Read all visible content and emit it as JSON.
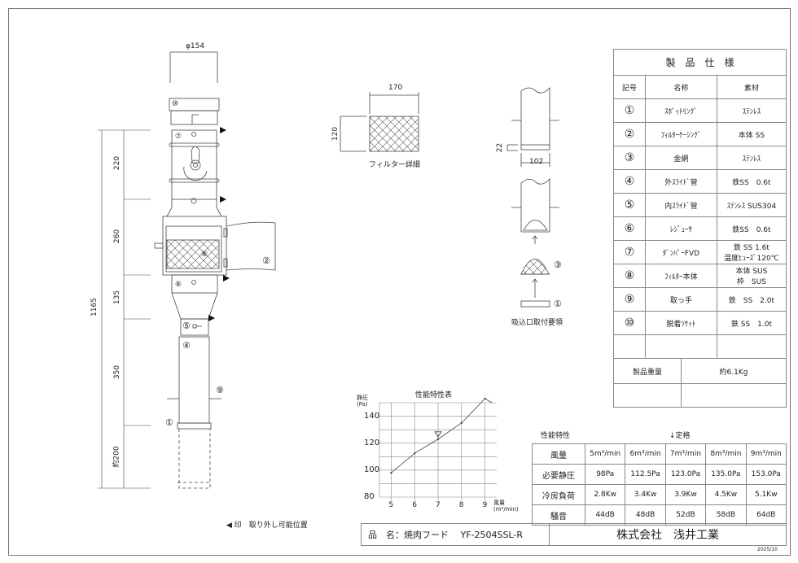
{
  "drawing": {
    "diameter_label": "φ154",
    "dims": {
      "d220": "220",
      "d260": "260",
      "d135": "135",
      "d350": "350",
      "d200": "約200",
      "total": "1165"
    },
    "callouts": {
      "c1": "①",
      "c2": "②",
      "c4": "④",
      "c5": "⑤",
      "c6": "⑥",
      "c7": "⑦",
      "c8": "⑧",
      "c9": "⑨",
      "c10": "⑩"
    },
    "legend": "◀ 印　取り外し可能位置"
  },
  "filter_detail": {
    "width": "170",
    "height": "120",
    "caption": "フィルター詳細"
  },
  "inlet_detail": {
    "dim22": "22",
    "dim102": "102",
    "c3": "③",
    "c1": "①",
    "caption": "吸込口取付要領"
  },
  "spec": {
    "title": "製　品　仕　様",
    "headers": [
      "記号",
      "名称",
      "素材"
    ],
    "rows": [
      {
        "no": "①",
        "name": "ｽﾎﾟｯﾄﾘﾝｸﾞ",
        "material": "ｽﾃﾝﾚｽ"
      },
      {
        "no": "②",
        "name": "ﾌｨﾙﾀｰｹｰｼﾝｸﾞ",
        "material": "本体 SS"
      },
      {
        "no": "③",
        "name": "金網",
        "material": "ｽﾃﾝﾚｽ"
      },
      {
        "no": "④",
        "name": "外ｽﾗｲﾄﾞ管",
        "material": "鉄SS　0.6t"
      },
      {
        "no": "⑤",
        "name": "内ｽﾗｲﾄﾞ管",
        "material": "ｽﾃﾝﾚｽ SUS304"
      },
      {
        "no": "⑥",
        "name": "ﾚｼﾞｭｰｻ",
        "material": "鉄SS　0.6t"
      },
      {
        "no": "⑦",
        "name": "ﾀﾞﾝﾊﾟｰFVD",
        "material": "鉄 SS 1.6t",
        "material2": "温度ﾋｭｰｽﾞ120℃"
      },
      {
        "no": "⑧",
        "name": "ﾌｨﾙﾀｰ本体",
        "material": "本体 SUS",
        "material2": "枠　SUS"
      },
      {
        "no": "⑨",
        "name": "取っ手",
        "material": "鉄　SS　2.0t"
      },
      {
        "no": "⑩",
        "name": "脱着ｿｹｯﾄ",
        "material": "鉄 SS　1.0t"
      }
    ],
    "weight_label": "製品重量",
    "weight_value": "約6.1Kg"
  },
  "chart_data": {
    "type": "line",
    "title": "性能特性表",
    "ylabel": "静圧 (Pa)",
    "xlabel": "風量 (m³/min)",
    "x": [
      5,
      6,
      7,
      8,
      9
    ],
    "y": [
      98,
      112.5,
      123,
      135,
      153
    ],
    "xlim": [
      4.5,
      9.5
    ],
    "ylim": [
      80,
      150
    ],
    "xticks": [
      "5",
      "6",
      "7",
      "8",
      "9"
    ],
    "yticks": [
      "80",
      "100",
      "120",
      "140"
    ],
    "rated_point": {
      "x": 7,
      "y": 123
    },
    "grid": true
  },
  "performance": {
    "title": "性能特性",
    "rated": "↓定格",
    "rows": [
      {
        "label": "風量",
        "values": [
          "5m³/min",
          "6m³/min",
          "7m³/min",
          "8m³/min",
          "9m³/min"
        ]
      },
      {
        "label": "必要静圧",
        "values": [
          "98Pa",
          "112.5Pa",
          "123.0Pa",
          "135.0Pa",
          "153.0Pa"
        ]
      },
      {
        "label": "冷房負荷",
        "values": [
          "2.8Kw",
          "3.4Kw",
          "3.9Kw",
          "4.5Kw",
          "5.1Kw"
        ]
      },
      {
        "label": "騒音",
        "values": [
          "44dB",
          "48dB",
          "52dB",
          "58dB",
          "64dB"
        ]
      }
    ]
  },
  "title_block": {
    "product": "品　名：焼肉フード　 YF-2504SSL-R",
    "company": "株式会社　浅井工業",
    "date": "2025/10"
  }
}
